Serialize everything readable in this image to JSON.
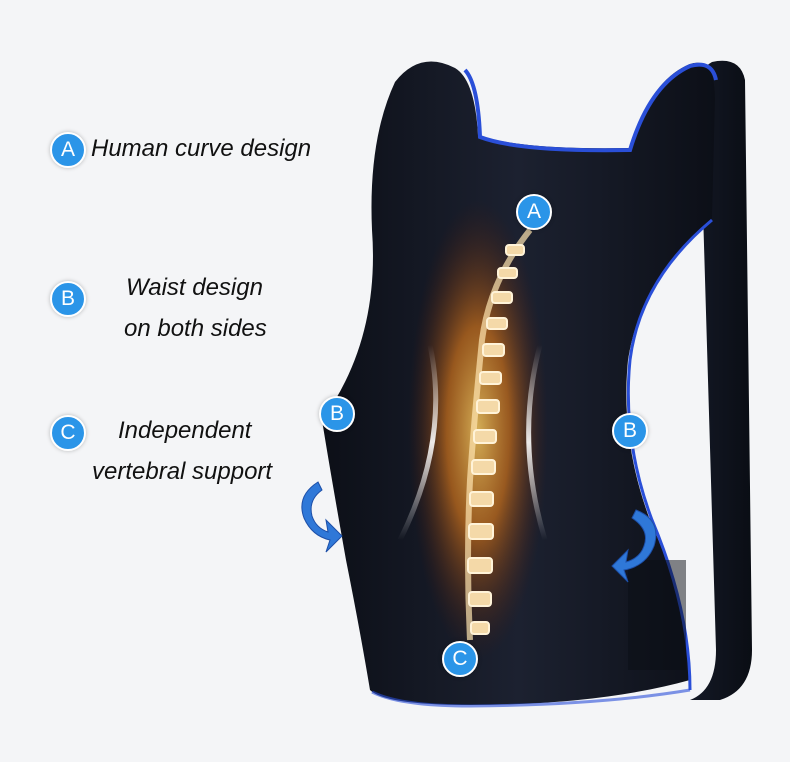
{
  "features": [
    {
      "badge": "A",
      "text": "Human curve design"
    },
    {
      "badge": "B",
      "line1": "Waist design",
      "line2": "on both sides"
    },
    {
      "badge": "C",
      "line1": "Independent",
      "line2": "vertebral support"
    }
  ],
  "markers": {
    "top": "A",
    "left": "B",
    "right": "B",
    "bottom": "C"
  },
  "colors": {
    "background": "#f4f5f7",
    "cushion": "#11151f",
    "piping": "#2a4fd8",
    "badge": "#2b95e8",
    "spine_glow": "#f0a020"
  }
}
